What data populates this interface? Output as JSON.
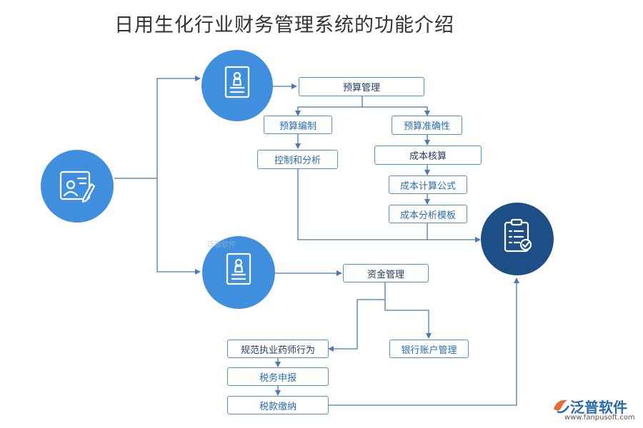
{
  "title": "日用生化行业财务管理系统的功能介绍",
  "colors": {
    "circle_light": "#3f8fde",
    "circle_dark": "#1d4f86",
    "line": "#4a78b8",
    "box_border": "#5b8fc9"
  },
  "nodes": {
    "budget_mgmt": "预算管理",
    "budget_prep": "预算编制",
    "budget_accuracy": "预算准确性",
    "control_analysis": "控制和分析",
    "cost_accounting": "成本核算",
    "cost_formula": "成本计算公式",
    "cost_template": "成本分析模板",
    "fund_mgmt": "资金管理",
    "pharmacist": "规范执业药师行为",
    "bank_account": "银行账户管理",
    "tax_declare": "税务申报",
    "tax_pay": "税款缴纳"
  },
  "icons": {
    "left_circle": "user-edit-icon",
    "top_circle": "stamp-icon",
    "mid_circle": "stamp-icon",
    "right_circle": "checklist-icon"
  },
  "watermark": "泛普软件",
  "logo": {
    "name": "泛普软件",
    "url": "www.fanpusoft.com"
  }
}
